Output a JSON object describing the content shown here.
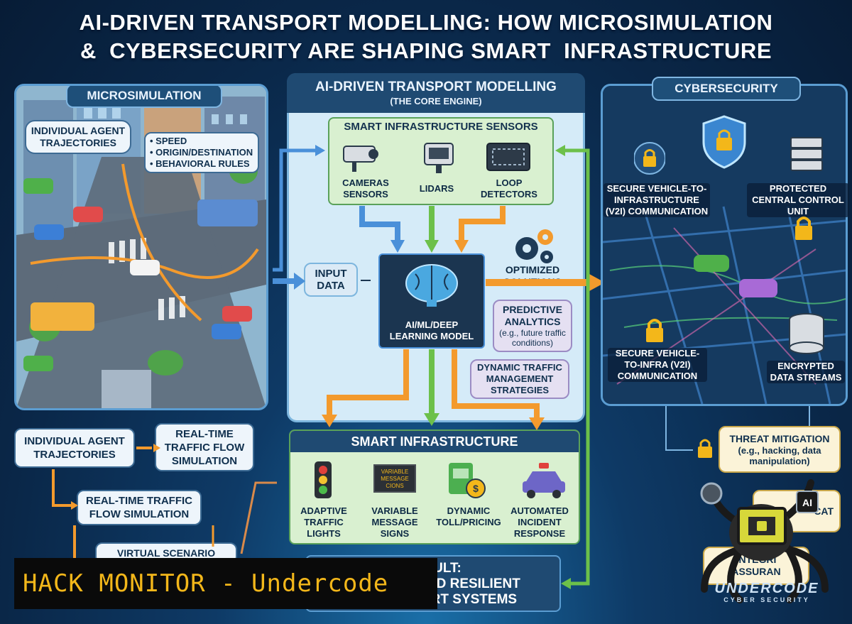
{
  "title": {
    "line1": "AI-DRIVEN TRANSPORT MODELLING: HOW MICROSIMULATION",
    "line2": "&  CYBERSECURITY ARE SHAPING SMART  INFRASTRUCTURE"
  },
  "microsimulation": {
    "header": "MICROSIMULATION",
    "callout_trajectories": "INDIVIDUAL AGENT TRAJECTORIES",
    "attributes": [
      "• SPEED",
      "• ORIGIN/DESTINATION",
      "• BEHAVIORAL RULES"
    ],
    "flow_box1": "INDIVIDUAL AGENT TRAJECTORIES",
    "flow_box2": "REAL-TIME TRAFFIC FLOW SIMULATION",
    "flow_box3": "REAL-TIME TRAFFIC FLOW SIMULATION",
    "flow_box4": "VIRTUAL SCENARIO"
  },
  "core": {
    "header": "AI-DRIVEN TRANSPORT MODELLING",
    "subheader": "(THE CORE ENGINE)",
    "sensors_header": "SMART INFRASTRUCTURE SENSORS",
    "sensors": [
      "CAMERAS SENSORS",
      "LIDARS",
      "LOOP DETECTORS"
    ],
    "input_label": "INPUT DATA",
    "model_label": "AI/ML/DEEP LEARNING MODEL",
    "optimized": "OPTIMIZED SOLUTIONS",
    "predictive_title": "PREDICTIVE ANALYTICS",
    "predictive_sub": "(e.g., future traffic conditions)",
    "dynamic_mgmt": "DYNAMIC TRAFFIC MANAGEMENT STRATEGIES"
  },
  "smart_infra": {
    "header": "SMART INFRASTRUCTURE",
    "sign_text": "VARIABLE MESSAGE CIONS",
    "items": [
      "ADAPTIVE TRAFFIC LIGHTS",
      "VARIABLE MESSAGE SIGNS",
      "DYNAMIC TOLL/PRICING",
      "AUTOMATED INCIDENT RESPONSE"
    ]
  },
  "result": {
    "line1": "ULT:",
    "line2": "AND RESILIENT",
    "line3": "ORT SYSTEMS"
  },
  "cybersecurity": {
    "header": "CYBERSECURITY",
    "v2i_top": "SECURE VEHICLE-TO-INFRASTRUCTURE (V2I) COMMUNICATION",
    "control_unit": "PROTECTED CENTRAL CONTROL UNIT",
    "v2i_bottom": "SECURE VEHICLE-TO-INFRA (V2I) COMMUNICATION",
    "encrypted": "ENCRYPTED DATA STREAMS",
    "threat_title": "THREAT MITIGATION",
    "threat_sub": "(e.g., hacking, data manipulation)",
    "partial1": "CAT",
    "partial2": "AI",
    "partial3": "INTEGRI",
    "partial4": "ASSURAN"
  },
  "watermark": {
    "bar_text": "HACK MONITOR - Undercode",
    "logo_text": "UNDERCODE",
    "logo_sub": "CYBER SECURITY"
  },
  "colors": {
    "panel_blue": "#5b9dd2",
    "arrow_blue": "#4a90d9",
    "arrow_green": "#6cc04a",
    "arrow_orange": "#f39a2d",
    "bar_text": "#f3b71a"
  }
}
